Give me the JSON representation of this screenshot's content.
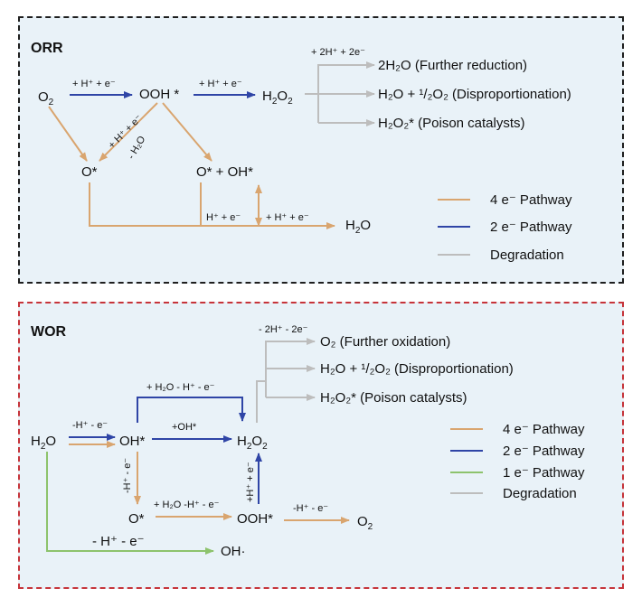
{
  "colors": {
    "four_e": "#d9a56f",
    "two_e": "#2f45a6",
    "one_e": "#8dc36d",
    "degradation": "#bdbdbd",
    "orr_border": "#1e1e1e",
    "wor_border": "#c6343a",
    "panel_bg": "#e9f2f8"
  },
  "orr": {
    "title": "ORR",
    "species": {
      "o2": "O",
      "o2_sub": "2",
      "ooh": "OOH *",
      "h2o2_a": "H",
      "h2o2_sub1": "2",
      "h2o2_b": "O",
      "h2o2_sub2": "2",
      "o_star": "O*",
      "o_oh_star": "O* + OH*",
      "h2o_a": "H",
      "h2o_sub": "2",
      "h2o_b": "O"
    },
    "step_labels": {
      "o2_to_ooh": "+ H⁺ + e⁻",
      "ooh_to_h2o2": "+ H⁺ + e⁻",
      "ooh_to_o_1": "+ H⁺ + e⁻",
      "ooh_to_o_2": "- H₂O",
      "bottom_1": "H⁺ + e⁻",
      "bottom_2": "+ H⁺ + e⁻",
      "degr_top": "+ 2H⁺ + 2e⁻"
    },
    "products": {
      "further": "2H₂O (Further reduction)",
      "dispro": "H₂O + ¹/₂O₂ (Disproportionation)",
      "poison": "H₂O₂* (Poison catalysts)"
    },
    "legend": [
      "4 e⁻ Pathway",
      "2 e⁻ Pathway",
      "Degradation"
    ]
  },
  "wor": {
    "title": "WOR",
    "species": {
      "h2o_a": "H",
      "h2o_sub": "2",
      "h2o_b": "O",
      "oh_star": "OH*",
      "h2o2_a": "H",
      "h2o2_sub1": "2",
      "h2o2_b": "O",
      "h2o2_sub2": "2",
      "o_star": "O*",
      "ooh_star": "OOH*",
      "o2_a": "O",
      "o2_sub": "2",
      "oh_rad": "OH·"
    },
    "step_labels": {
      "h2o_to_oh": "-H⁺ - e⁻",
      "oh_plus_oh": "+OH*",
      "oh_top": "+ H₂O - H⁺ - e⁻",
      "oh_to_o": "-H⁺ - e⁻",
      "o_to_ooh": "+ H₂O -H⁺ - e⁻",
      "ooh_to_h2o2": "+H⁺ + e⁻",
      "ooh_to_o2": "-H⁺ - e⁻",
      "one_e": "- H⁺ - e⁻",
      "degr_top": "- 2H⁺ - 2e⁻"
    },
    "products": {
      "further": "O₂ (Further oxidation)",
      "dispro": "H₂O + ¹/₂O₂ (Disproportionation)",
      "poison": "H₂O₂* (Poison catalysts)"
    },
    "legend": [
      "4 e⁻ Pathway",
      "2 e⁻ Pathway",
      "1 e⁻ Pathway",
      "Degradation"
    ]
  }
}
